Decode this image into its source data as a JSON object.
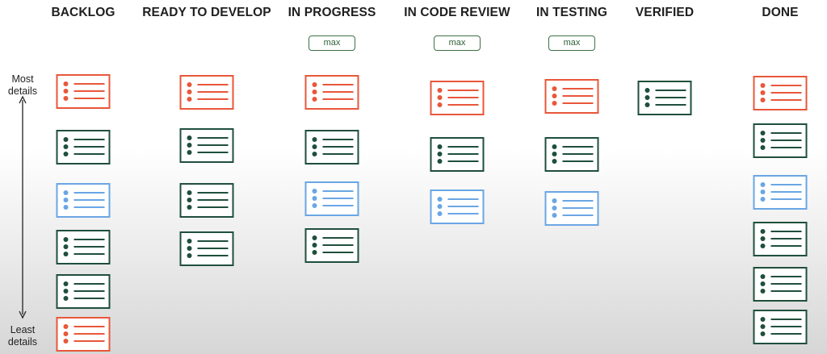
{
  "columns": [
    {
      "id": "backlog",
      "title": "BACKLOG",
      "wip": null,
      "cards": [
        "red",
        "green",
        "blue",
        "green",
        "green",
        "red"
      ]
    },
    {
      "id": "ready-to-develop",
      "title": "READY TO DEVELOP",
      "wip": null,
      "cards": [
        "red",
        "green",
        "green",
        "green"
      ]
    },
    {
      "id": "in-progress",
      "title": "IN PROGRESS",
      "wip": "max",
      "cards": [
        "red",
        "green",
        "blue",
        "green"
      ]
    },
    {
      "id": "in-code-review",
      "title": "IN CODE REVIEW",
      "wip": "max",
      "cards": [
        "red",
        "green",
        "blue"
      ]
    },
    {
      "id": "in-testing",
      "title": "IN TESTING",
      "wip": "max",
      "cards": [
        "red",
        "green",
        "blue"
      ]
    },
    {
      "id": "verified",
      "title": "VERIFIED",
      "wip": null,
      "cards": [
        "green"
      ]
    },
    {
      "id": "done",
      "title": "DONE",
      "wip": null,
      "cards": [
        "red",
        "green",
        "blue",
        "green",
        "green",
        "green"
      ]
    }
  ],
  "detail_axis": {
    "top_label": [
      "Most",
      "details"
    ],
    "bottom_label": [
      "Least",
      "details"
    ]
  },
  "colors": {
    "red": "#e8573a",
    "green": "#1f4f3c",
    "blue": "#6aa6e4",
    "badge": "#3f6f47"
  },
  "icons": {
    "card": "list-card-icon",
    "axis": "double-arrow-vertical-icon"
  }
}
